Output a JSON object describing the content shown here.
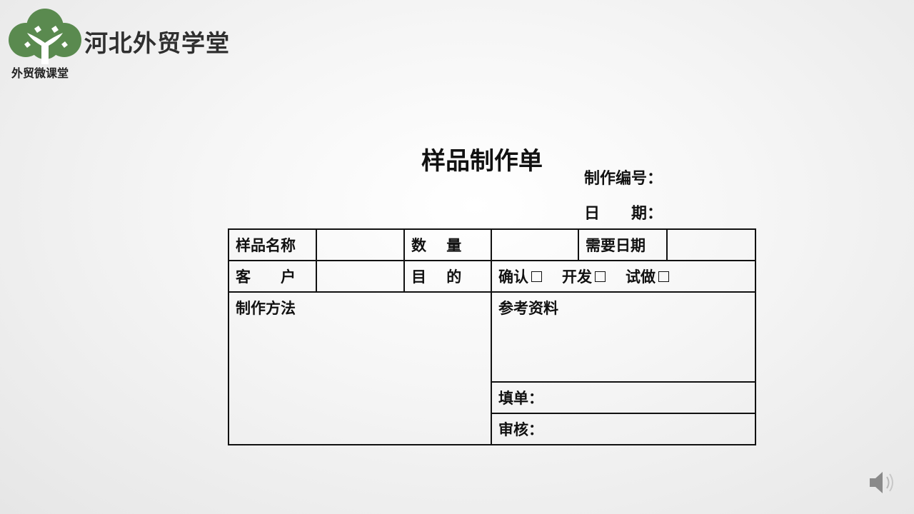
{
  "brand": {
    "name": "河北外贸学堂",
    "sub": "外贸微课堂",
    "logo_color": "#5a8a4f"
  },
  "form": {
    "title": "样品制作单",
    "meta_no": "制作编号：",
    "meta_date": "日　　期：",
    "row1": {
      "label1": "样品名称",
      "label2": "数　 量",
      "label3": "需要日期"
    },
    "row2": {
      "label1": "客　　户",
      "label2": "目　 的",
      "options": [
        "确认",
        "开发",
        "试做"
      ]
    },
    "method_label": "制作方法",
    "reference_label": "参考资料",
    "fill_label": "填单：",
    "review_label": "审核："
  },
  "icons": {
    "logo": "tree-logo-icon",
    "speaker": "speaker-icon"
  }
}
